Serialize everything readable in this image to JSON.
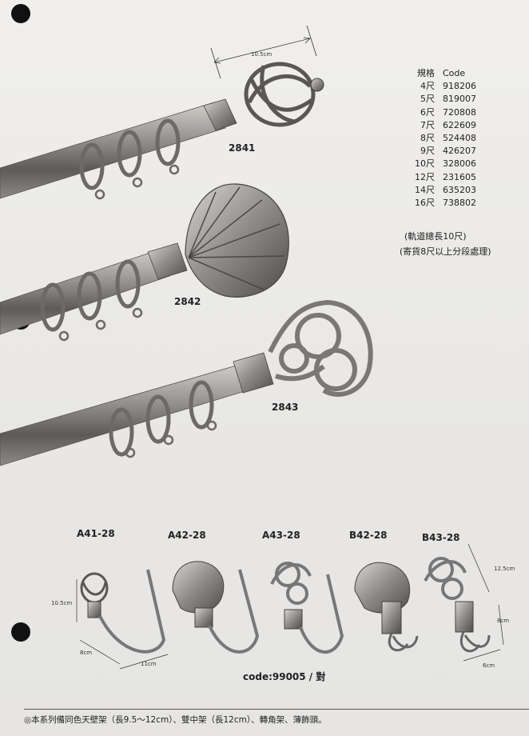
{
  "rods": [
    {
      "model": "2841"
    },
    {
      "model": "2842"
    },
    {
      "model": "2843"
    }
  ],
  "spec_table": {
    "header_size": "規格",
    "header_code": "Code",
    "rows": [
      {
        "size": "4尺",
        "code": "918206"
      },
      {
        "size": "5尺",
        "code": "819007"
      },
      {
        "size": "6尺",
        "code": "720808"
      },
      {
        "size": "7尺",
        "code": "622609"
      },
      {
        "size": "8尺",
        "code": "524408"
      },
      {
        "size": "9尺",
        "code": "426207"
      },
      {
        "size": "10尺",
        "code": "328006"
      },
      {
        "size": "12尺",
        "code": "231605"
      },
      {
        "size": "14尺",
        "code": "635203"
      },
      {
        "size": "16尺",
        "code": "738802"
      }
    ],
    "note1": "(軌道總長10尺)",
    "note2": "(寄貨8尺以上分段處理)"
  },
  "dimensions": {
    "finial_width": "10.5cm",
    "hook_height": "10.5cm",
    "hook_depth": "8cm",
    "hook_width": "11cm",
    "b43_height": "12.5cm",
    "b43_depth": "8cm",
    "b43_width": "6cm"
  },
  "hooks": [
    {
      "model": "A41-28"
    },
    {
      "model": "A42-28"
    },
    {
      "model": "A43-28"
    },
    {
      "model": "B42-28"
    },
    {
      "model": "B43-28"
    }
  ],
  "hook_code": "code:99005 / 對",
  "footer": "◎本系列備同色天壁架（長9.5～12cm）、雙中架（長12cm）、轉角架、薄飾頭。",
  "colors": {
    "metal": "#8a8784",
    "metal_light": "#c9c6c2",
    "metal_dark": "#4e4b49"
  }
}
